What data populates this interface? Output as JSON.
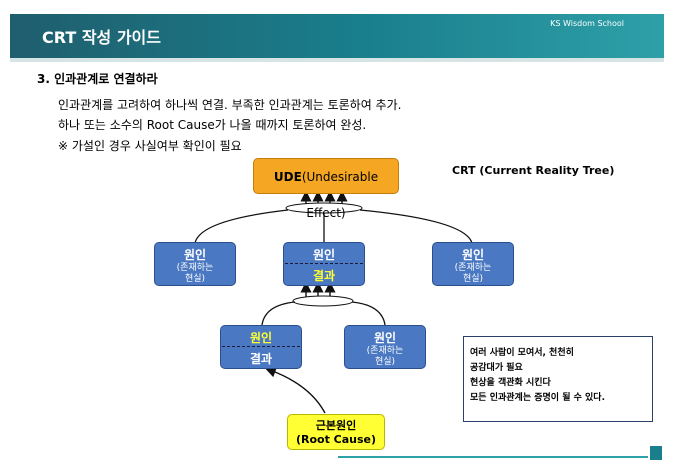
{
  "header": {
    "title": "CRT 작성 가이드",
    "school": "KS Wisdom School"
  },
  "section_title": "3. 인과관계로 연결하라",
  "body": [
    "인과관계를 고려하여 하나씩 연결. 부족한 인과관계는 토론하여 추가.",
    "하나 또는 소수의 Root Cause가 나올 때까지 토론하여 완성.",
    "※ 가설인 경우 사실여부 확인이 필요"
  ],
  "crt_label": "CRT (Current Reality Tree)",
  "ude": {
    "bold": "UDE",
    "rest": "(Undesirable Effect)"
  },
  "nodes": {
    "left": {
      "main": "원인",
      "sub1": "(존재하는",
      "sub2": "현실)"
    },
    "center": {
      "top": "원인",
      "bottom": "결과"
    },
    "right": {
      "main": "원인",
      "sub1": "(존재하는",
      "sub2": "현실)"
    },
    "lower_left": {
      "top": "원인",
      "bottom": "결과"
    },
    "lower_right": {
      "main": "원인",
      "sub1": "(존재하는",
      "sub2": "현실)"
    }
  },
  "root_cause": {
    "line1": "근본원인",
    "line2": "(Root Cause)"
  },
  "note": [
    "여러 사람이 모여서, 천천히",
    "공감대가 필요",
    "현상을 객관화 시킨다",
    "모든 인과관계는 증명이 될 수 있다."
  ],
  "colors": {
    "header": "#1a7f8c",
    "node_blue": "#4a78c2",
    "ude_orange": "#f5a623",
    "root_yellow": "#ffff33"
  }
}
